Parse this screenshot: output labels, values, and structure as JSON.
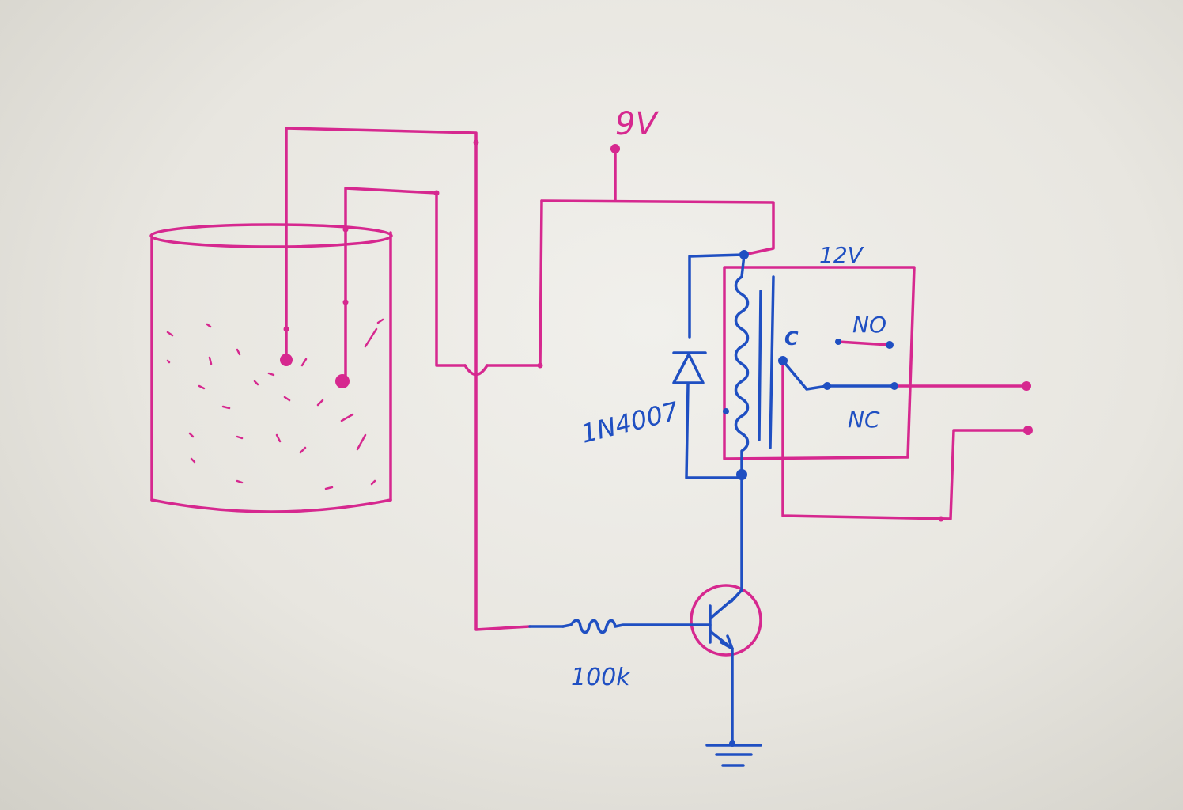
{
  "colors": {
    "pink": "#d6288f",
    "blue": "#1f4fc2",
    "paper": "#eeece7"
  },
  "labels": {
    "supply": "9V",
    "relay_rating": "12V",
    "diode": "1N4007",
    "resistor": "100k",
    "common": "C",
    "normally_open": "NO",
    "normally_closed": "NC"
  }
}
